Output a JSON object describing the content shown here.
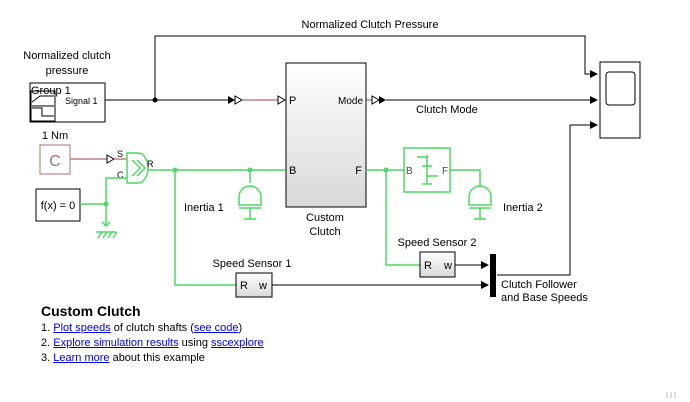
{
  "labels": {
    "signal_builder_title": "Normalized clutch pressure",
    "signal_builder_title_line1": "Normalized clutch",
    "signal_builder_title_line2": "pressure",
    "group": "Group 1",
    "signal": "Signal 1",
    "top_signal": "Normalized Clutch Pressure",
    "constant": "1 Nm",
    "constant_glyph": "C",
    "solver": "f(x) = 0",
    "clutch_line1": "Custom",
    "clutch_line2": "Clutch",
    "port_p": "P",
    "port_mode": "Mode",
    "port_b": "B",
    "port_f": "F",
    "port_s": "S",
    "port_c": "C",
    "port_r": "R",
    "clutch_mode": "Clutch Mode",
    "inertia1": "Inertia 1",
    "inertia2": "Inertia 2",
    "sensor_b": "B",
    "sensor_f": "F",
    "speed_sensor1": "Speed Sensor 1",
    "speed_sensor2": "Speed Sensor 2",
    "sensor_r": "R",
    "sensor_w": "w",
    "mux_line1": "Clutch Follower",
    "mux_line2": "and Base Speeds"
  },
  "notes": {
    "title": "Custom Clutch",
    "items": [
      {
        "num": "1.",
        "link1": "Plot speeds",
        "text1": " of clutch shafts (",
        "link2": "see code",
        "text2": ")"
      },
      {
        "num": "2.",
        "link1": "Explore simulation results",
        "text1": " using ",
        "link2": "sscexplore",
        "text2": ""
      },
      {
        "num": "3.",
        "link1": "Learn more",
        "text1": " about this example",
        "link2": "",
        "text2": ""
      }
    ]
  },
  "colors": {
    "physical": "#4cd964",
    "ps_signal": "#c08080",
    "signal": "#000000"
  }
}
